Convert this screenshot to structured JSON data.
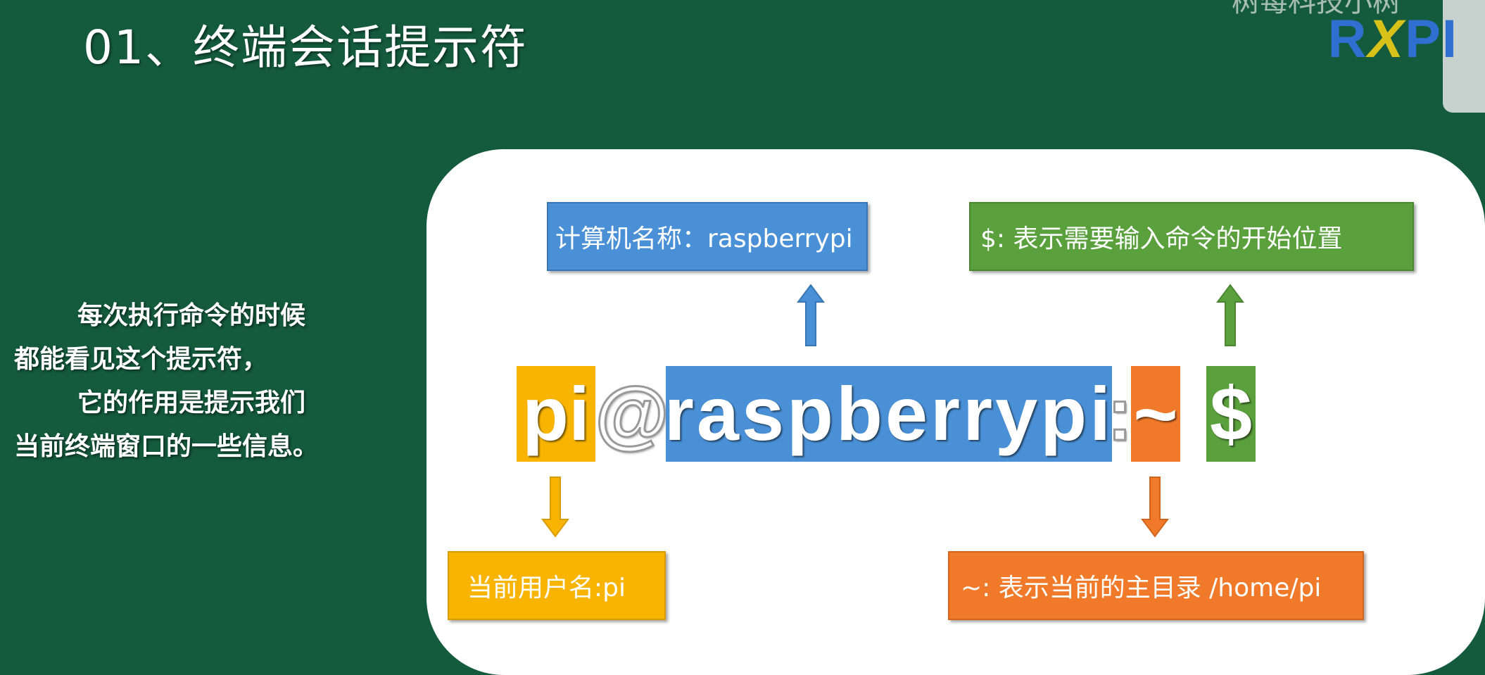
{
  "slide": {
    "title": "01、终端会话提示符",
    "watermark": "树莓科技小树",
    "logo": {
      "r": "R",
      "x": "X",
      "pi": "PI"
    }
  },
  "description": {
    "line1": "每次执行命令的时候",
    "line2": "都能看见这个提示符，",
    "line3": "它的作用是提示我们",
    "line4": "当前终端窗口的一些信息。"
  },
  "prompt": {
    "user": "pi",
    "at": "@",
    "host": "raspberrypi",
    "colon": ":",
    "dir": "~",
    "dollar": "$"
  },
  "callouts": {
    "hostname": "计算机名称：raspberrypi",
    "dollar": "$: 表示需要输入命令的开始位置",
    "username": "当前用户名:pi",
    "home": "~: 表示当前的主目录 /home/pi"
  },
  "colors": {
    "background": "#145a3d",
    "panel": "#ffffff",
    "blue": "#4a90d6",
    "green": "#5aa03d",
    "yellow": "#f8b400",
    "orange": "#f07a2a",
    "logo_blue": "#2e6fd0",
    "logo_yellow": "#d8c21a"
  }
}
